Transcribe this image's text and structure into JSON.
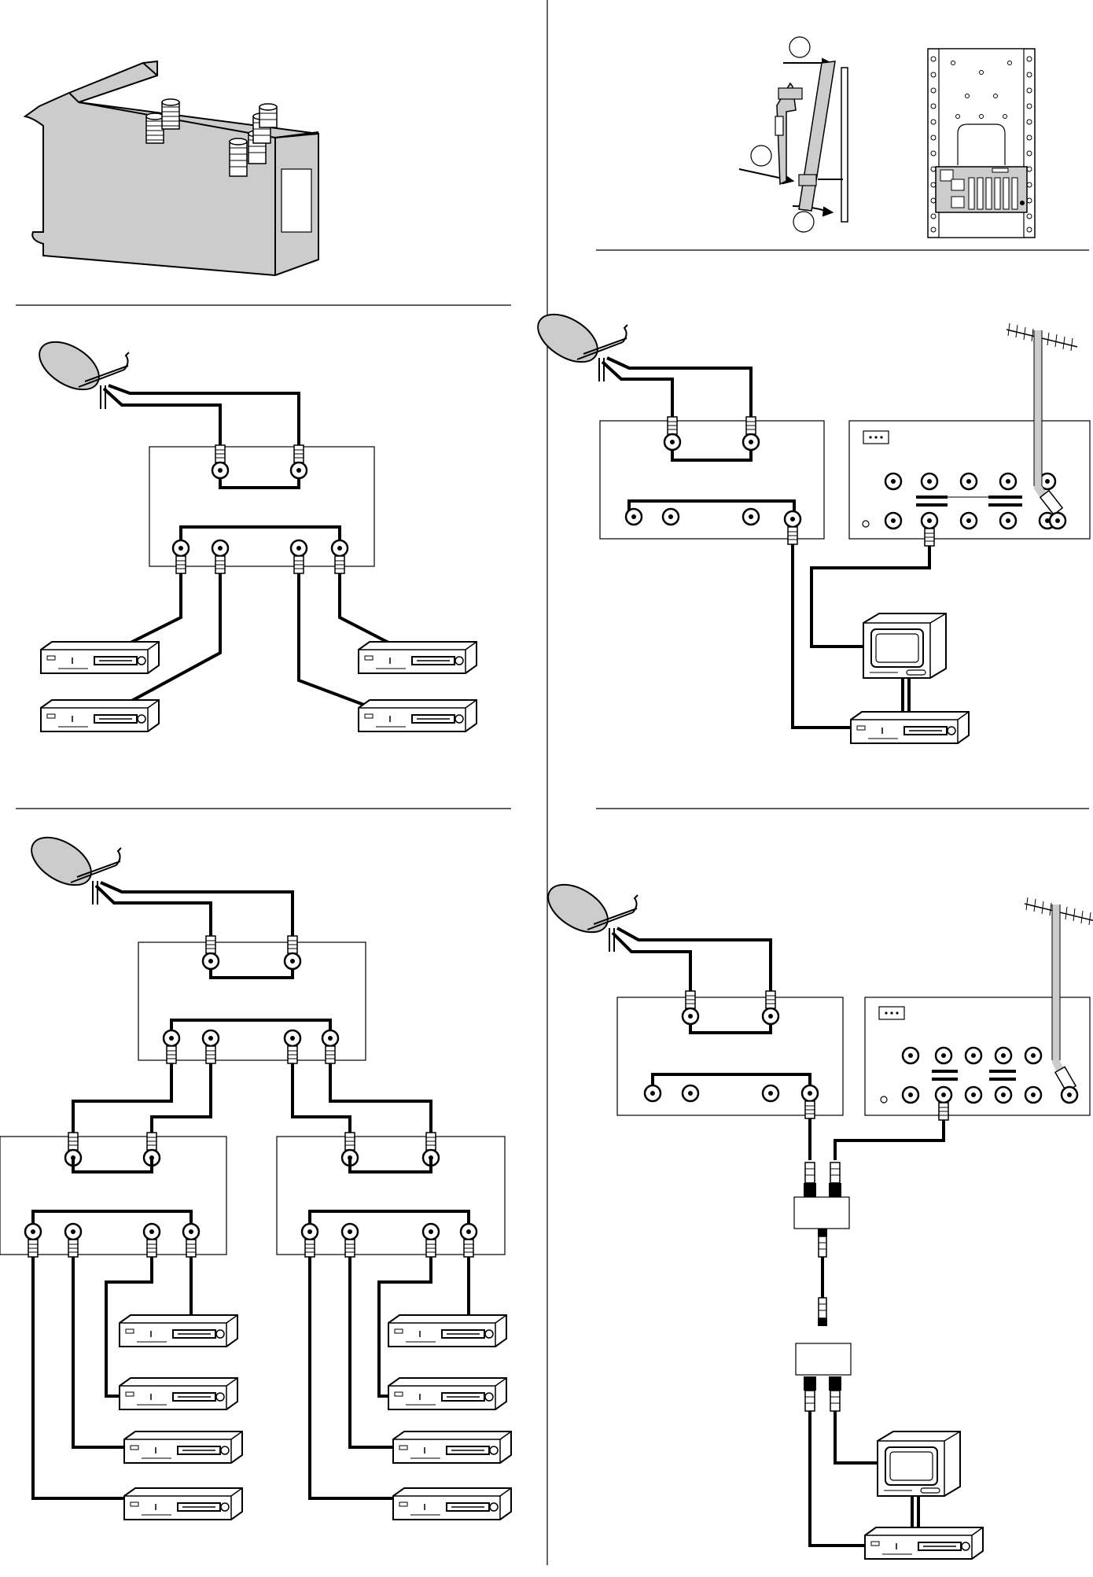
{
  "colors": {
    "ink": "#000000",
    "shade": "#cccccc",
    "paper": "#ffffff"
  },
  "panels": [
    {
      "id": "switch-housing",
      "description_name": "multiswitch-housing-illustration"
    },
    {
      "id": "wall-mount",
      "description_name": "wall-mount-steps"
    },
    {
      "id": "single-switch-4-receivers",
      "description_name": "dish-switch-four-receivers"
    },
    {
      "id": "switch-with-terrestrial",
      "description_name": "dish-switch-amplifier-tv"
    },
    {
      "id": "cascade-8-receivers",
      "description_name": "cascaded-switches-eight-receivers"
    },
    {
      "id": "splitter-combiner",
      "description_name": "combiner-splitter-tv-receiver"
    }
  ],
  "devices": [
    "satellite-dish",
    "multiswitch",
    "satellite-receiver",
    "tv-monitor",
    "terrestrial-antenna",
    "amplifier",
    "splitter"
  ]
}
